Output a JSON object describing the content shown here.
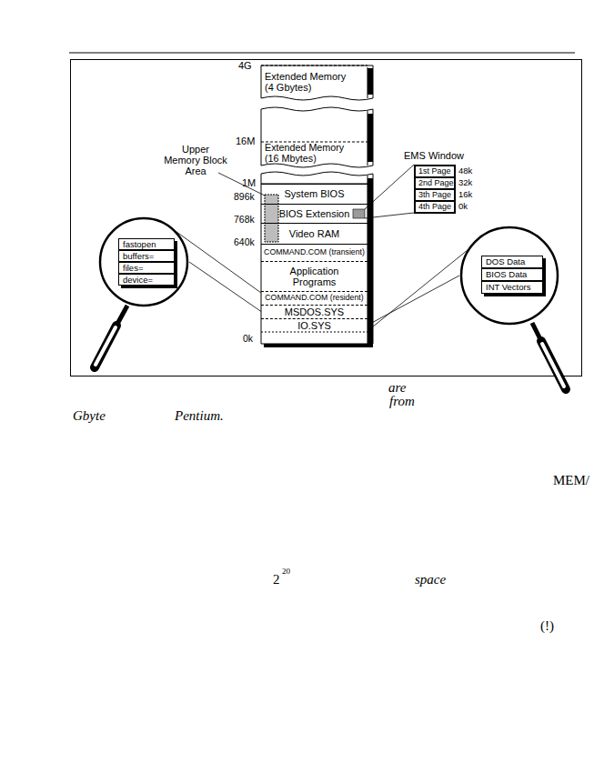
{
  "diagram": {
    "nodes": [
      {
        "text": [
          "Extended Memory (4 Gbytes)"
        ]
      },
      {
        "text": [
          "Extended Memory (16 Mbytes)"
        ]
      },
      {
        "text": [
          "EMS Window"
        ]
      },
      {
        "text": [
          "1st Page"
        ],
        "in": 2
      },
      {
        "text": [
          "2nd Page"
        ],
        "in": 2
      },
      {
        "text": [
          "3th Page"
        ],
        "in": 2
      },
      {
        "text": [
          "4th Page"
        ],
        "in": 2
      },
      {
        "text": [
          "System BIOS"
        ]
      },
      {
        "text": [
          "BIOS Extension"
        ]
      },
      {
        "text": [
          "Video RAM"
        ]
      },
      {
        "text": [
          "COMMAND.COM (transient)"
        ]
      },
      {
        "text": [
          "Application Programs"
        ]
      },
      {
        "text": [
          "COMMAND.COM (resident)"
        ]
      },
      {
        "text": [
          "fastopen",
          "buffers=",
          "files=",
          "device="
        ]
      },
      {
        "text": [
          "MSDOS.SYS"
        ]
      },
      {
        "text": [
          "IO.SYS"
        ]
      },
      {
        "text": [
          "DOS Data",
          "BIOS Data",
          "INT Vectors"
        ]
      }
    ],
    "edges": [
      {
        "from": 8,
        "to": 2,
        "arrow": "none"
      },
      {
        "from": 13,
        "to": 14,
        "arrow": "none"
      },
      {
        "from": 16,
        "to": 15,
        "arrow": "none"
      }
    ],
    "labels": [
      "4G",
      "16M",
      "1M",
      "896k",
      "768k",
      "640k",
      "0k",
      "Upper Memory Block Area",
      "48k",
      "32k",
      "16k",
      "0k",
      "are",
      "from",
      "Gbyte",
      "Pentium.",
      "MEM/",
      "2",
      "20",
      "space",
      "(!)"
    ]
  }
}
